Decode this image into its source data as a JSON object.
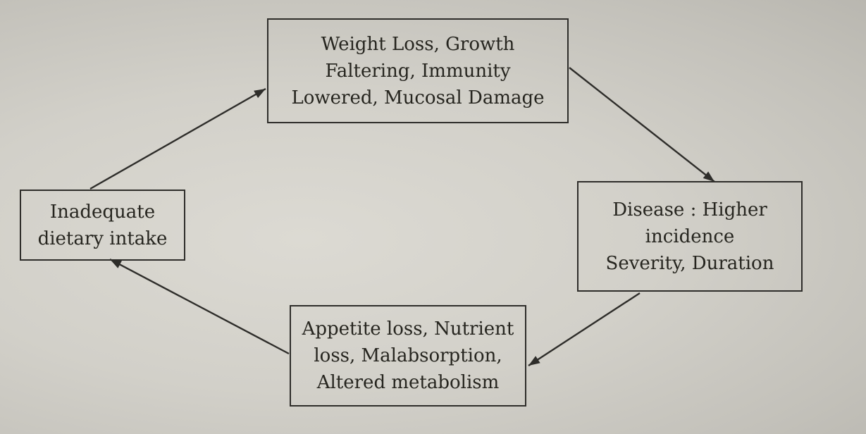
{
  "diagram": {
    "nodes": [
      {
        "id": "weight-loss",
        "lines": [
          "Weight Loss, Growth",
          "Faltering, Immunity",
          "Lowered, Mucosal Damage"
        ]
      },
      {
        "id": "disease",
        "lines": [
          "Disease : Higher",
          "incidence",
          "Severity, Duration"
        ]
      },
      {
        "id": "appetite-loss",
        "lines": [
          "Appetite loss, Nutrient",
          "loss,  Malabsorption,",
          "Altered metabolism"
        ]
      },
      {
        "id": "inadequate-intake",
        "lines": [
          "Inadequate",
          "dietary intake"
        ]
      }
    ],
    "edges": [
      {
        "from": "inadequate-intake",
        "to": "weight-loss"
      },
      {
        "from": "weight-loss",
        "to": "disease"
      },
      {
        "from": "disease",
        "to": "appetite-loss"
      },
      {
        "from": "appetite-loss",
        "to": "inadequate-intake"
      }
    ],
    "cycle": "clockwise"
  }
}
